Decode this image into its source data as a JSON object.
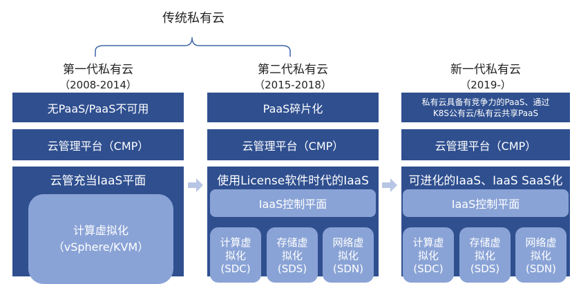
{
  "top_label": "传统私有云",
  "columns": [
    {
      "title": "第一代私有云",
      "years": "（2008-2014）",
      "bar1": "无PaaS/PaaS不可用",
      "bar2": "云管理平台（CMP）",
      "panel_title": "云管充当IaaS平面",
      "inner": [
        "计算虚拟化",
        "（vSphere/KVM）"
      ]
    },
    {
      "title": "第二代私有云",
      "years": "（2015-2018）",
      "bar1": "PaaS碎片化",
      "bar2": "云管理平台（CMP）",
      "panel_title": "使用License软件时代的IaaS",
      "control": "IaaS控制平面",
      "minis": [
        {
          "l1": "计算虚",
          "l2": "拟化",
          "l3": "(SDC)"
        },
        {
          "l1": "存储虚",
          "l2": "拟化",
          "l3": "(SDS)"
        },
        {
          "l1": "网络虚",
          "l2": "拟化",
          "l3": "(SDN)"
        }
      ]
    },
    {
      "title": "新一代私有云",
      "years": "（2019-）",
      "bar1_line1": "私有云具备有竞争力的PaaS、通过",
      "bar1_line2": "K8S公有云/私有云共享PaaS",
      "bar2": "云管理平台（CMP）",
      "panel_title": "可进化的IaaS、IaaS SaaS化",
      "control": "IaaS控制平面",
      "minis": [
        {
          "l1": "计算虚",
          "l2": "拟化",
          "l3": "(SDC)"
        },
        {
          "l1": "存储虚",
          "l2": "拟化",
          "l3": "(SDS)"
        },
        {
          "l1": "网络虚",
          "l2": "拟化",
          "l3": "(SDN)"
        }
      ]
    }
  ],
  "colors": {
    "dark": "#2f4f8f",
    "light": "#8aa3d6",
    "arrow": "#b7c6e4",
    "brace": "#3e64a8"
  }
}
